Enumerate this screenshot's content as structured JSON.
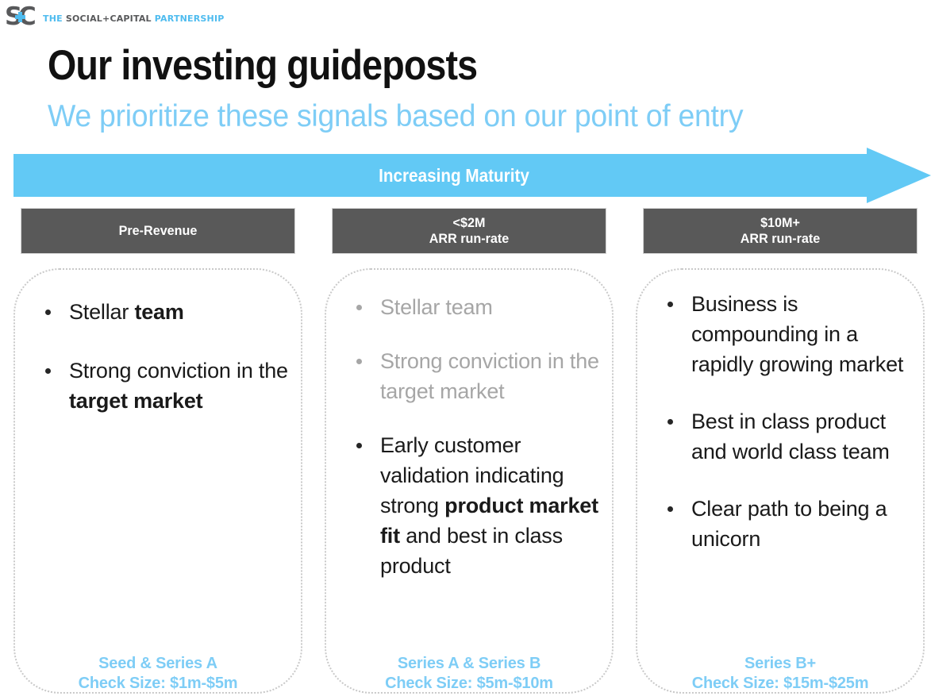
{
  "brand": {
    "logo_icon": "sc-plus-logo-icon",
    "logo_letter_s": "S",
    "logo_letter_c": "C",
    "word_the": "THE",
    "word_socialcapital": "SOCIAL+CAPITAL",
    "word_partnership": "PARTNERSHIP",
    "blue": "#4fbcef",
    "gray": "#58595b"
  },
  "header": {
    "title": "Our investing guideposts",
    "subtitle": "We prioritize these signals based on our point of entry"
  },
  "maturity_arrow": {
    "label": "Increasing Maturity",
    "color": "#62c9f5",
    "direction": "right"
  },
  "columns": [
    {
      "id": "pre-revenue",
      "header_lines": [
        "Pre-Revenue"
      ],
      "bullets": [
        {
          "muted": false,
          "segments": [
            {
              "text": "Stellar ",
              "bold": false
            },
            {
              "text": "team",
              "bold": true
            }
          ]
        },
        {
          "muted": false,
          "segments": [
            {
              "text": "Strong conviction in the ",
              "bold": false
            },
            {
              "text": "target market",
              "bold": true
            }
          ]
        }
      ],
      "footer_lines": [
        "Seed & Series A",
        "Check Size: $1m-$5m"
      ]
    },
    {
      "id": "under-2m-arr",
      "header_lines": [
        "<$2M",
        "ARR run-rate"
      ],
      "bullets": [
        {
          "muted": true,
          "segments": [
            {
              "text": "Stellar team",
              "bold": false
            }
          ]
        },
        {
          "muted": true,
          "segments": [
            {
              "text": "Strong conviction in the target market",
              "bold": false
            }
          ]
        },
        {
          "muted": false,
          "segments": [
            {
              "text": "Early customer validation indicating strong ",
              "bold": false
            },
            {
              "text": "product market fit",
              "bold": true
            },
            {
              "text": " and best in class product",
              "bold": false
            }
          ]
        }
      ],
      "footer_lines": [
        "Series A & Series B",
        "Check Size: $5m-$10m"
      ]
    },
    {
      "id": "over-10m-arr",
      "header_lines": [
        "$10M+",
        "ARR run-rate"
      ],
      "bullets": [
        {
          "muted": false,
          "segments": [
            {
              "text": "Business is compounding in a rapidly growing market",
              "bold": false
            }
          ]
        },
        {
          "muted": false,
          "segments": [
            {
              "text": "Best in class product and world class team",
              "bold": false
            }
          ]
        },
        {
          "muted": false,
          "segments": [
            {
              "text": "Clear path to being a unicorn",
              "bold": false
            }
          ]
        }
      ],
      "footer_lines": [
        "Series B+",
        "Check Size: $15m-$25m"
      ]
    }
  ],
  "theme": {
    "accent_blue": "#62c9f5",
    "light_blue": "#7ecdf6",
    "header_gray": "#595959",
    "muted_text": "#a6a6a6",
    "body_text": "#1a1a1a",
    "dotted_border": "#c9c9c9"
  }
}
